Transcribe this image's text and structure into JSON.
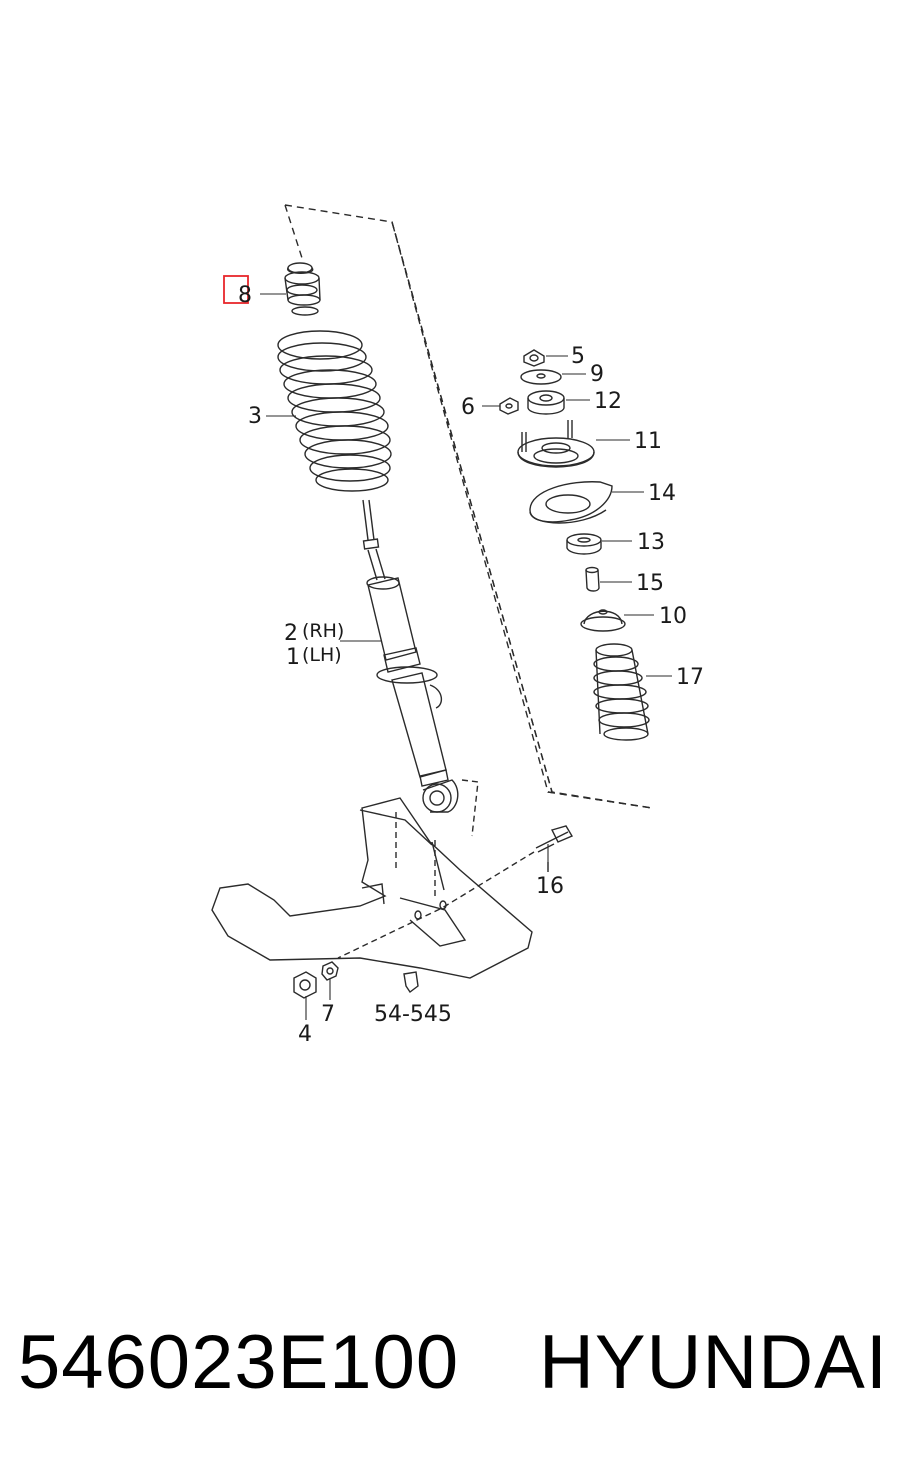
{
  "diagram": {
    "highlight_color": "#e8262b",
    "line_color": "#2b2b2b",
    "highlighted_callout": "8",
    "callouts": {
      "c1": "1",
      "c1_side": "(LH)",
      "c2": "2",
      "c2_side": "(RH)",
      "c3": "3",
      "c4": "4",
      "c5": "5",
      "c6": "6",
      "c7": "7",
      "c8": "8",
      "c9": "9",
      "c10": "10",
      "c11": "11",
      "c12": "12",
      "c13": "13",
      "c14": "14",
      "c15": "15",
      "c16": "16",
      "c17": "17",
      "ref": "54-545"
    }
  },
  "footer": {
    "part_number": "546023E100",
    "brand": "HYUNDAI"
  }
}
